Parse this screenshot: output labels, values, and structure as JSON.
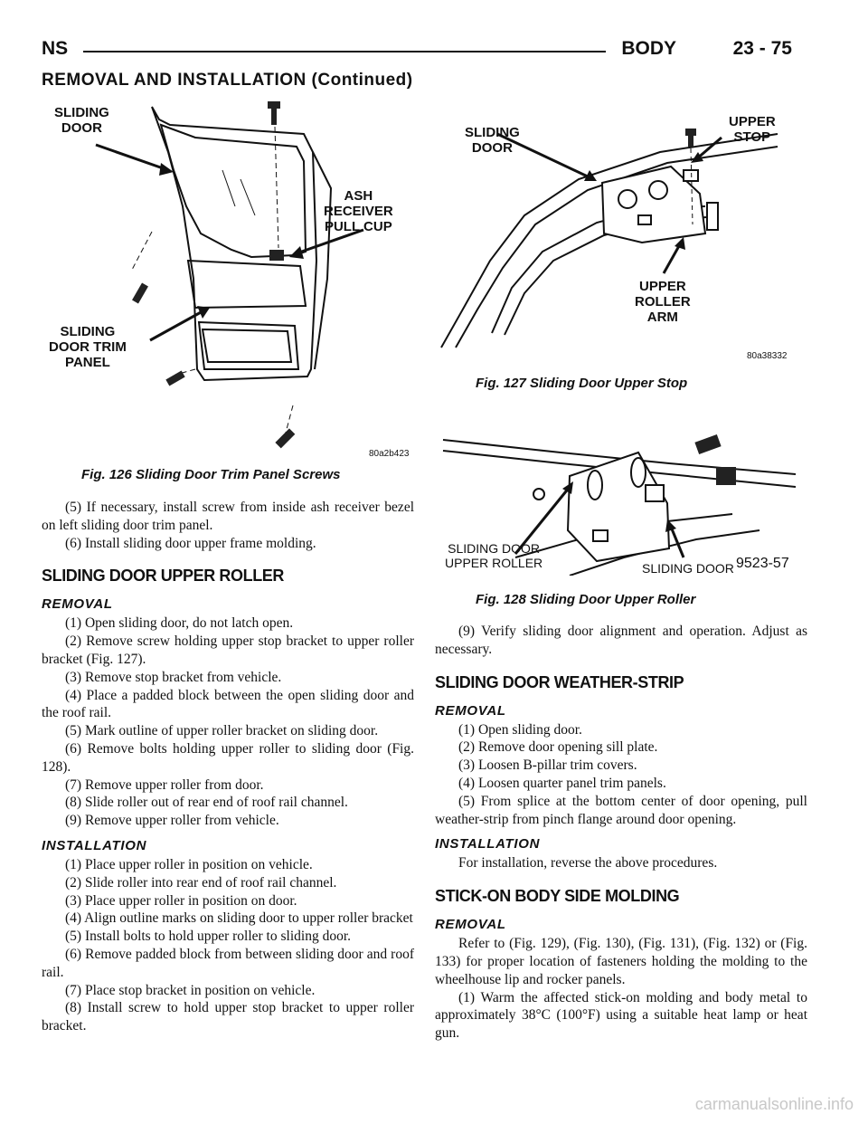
{
  "header": {
    "left": "NS",
    "section": "BODY",
    "page": "23 - 75",
    "continued": "REMOVAL AND INSTALLATION (Continued)"
  },
  "fig126": {
    "labels": {
      "sliding_door": [
        "SLIDING",
        "DOOR"
      ],
      "ash": [
        "ASH",
        "RECEIVER",
        "PULL CUP"
      ],
      "trim": [
        "SLIDING",
        "DOOR TRIM",
        "PANEL"
      ]
    },
    "code": "80a2b423",
    "caption": "Fig. 126 Sliding Door Trim Panel Screws"
  },
  "fig127": {
    "labels": {
      "sliding_door": [
        "SLIDING",
        "DOOR"
      ],
      "upper_stop": [
        "UPPER",
        "STOP"
      ],
      "arm": [
        "UPPER",
        "ROLLER",
        "ARM"
      ]
    },
    "code": "80a38332",
    "caption": "Fig. 127 Sliding Door Upper Stop"
  },
  "fig128": {
    "labels": {
      "roller": [
        "SLIDING DOOR",
        "UPPER ROLLER"
      ],
      "door": "SLIDING DOOR"
    },
    "code": "9523-57",
    "caption": "Fig. 128 Sliding Door Upper Roller"
  },
  "left_text": {
    "p1": "(5) If necessary, install screw from inside ash receiver bezel on left sliding door trim panel.",
    "p2": "(6) Install sliding door upper frame molding.",
    "h_upper_roller": "SLIDING DOOR UPPER ROLLER",
    "removal": "REMOVAL",
    "removal_steps": [
      "(1) Open sliding door, do not latch open.",
      "(2) Remove screw holding upper stop bracket to upper roller bracket (Fig. 127).",
      "(3) Remove stop bracket from vehicle.",
      "(4) Place a padded block between the open sliding door and the roof rail.",
      "(5) Mark outline of upper roller bracket on sliding door.",
      "(6) Remove bolts holding upper roller to sliding door (Fig. 128).",
      "(7) Remove upper roller from door.",
      "(8) Slide roller out of rear end of roof rail channel.",
      "(9) Remove upper roller from vehicle."
    ],
    "installation": "INSTALLATION",
    "installation_steps": [
      "(1) Place upper roller in position on vehicle.",
      "(2) Slide roller into rear end of roof rail channel.",
      "(3) Place upper roller in position on door.",
      "(4) Align outline marks on sliding door to upper roller bracket",
      "(5) Install bolts to hold upper roller to sliding door.",
      "(6) Remove padded block from between sliding door and roof rail.",
      "(7) Place stop bracket in position on vehicle.",
      "(8) Install screw to hold upper stop bracket to upper roller bracket."
    ]
  },
  "right_text": {
    "p9": "(9) Verify sliding door alignment and operation. Adjust as necessary.",
    "h_weather": "SLIDING DOOR WEATHER-STRIP",
    "removal": "REMOVAL",
    "ws_removal_steps": [
      "(1) Open sliding door.",
      "(2) Remove door opening sill plate.",
      "(3) Loosen B-pillar trim covers.",
      "(4) Loosen quarter panel trim panels.",
      "(5) From splice at the bottom center of door opening, pull weather-strip from pinch flange around door opening."
    ],
    "installation": "INSTALLATION",
    "ws_install": "For installation, reverse the above procedures.",
    "h_molding": "STICK-ON BODY SIDE MOLDING",
    "removal2": "REMOVAL",
    "molding_intro": "Refer to (Fig. 129), (Fig. 130), (Fig. 131), (Fig. 132) or (Fig. 133) for proper location of fasteners holding the molding to the wheelhouse lip and rocker panels.",
    "molding_step1": "(1) Warm the affected stick-on molding and body metal to approximately 38°C (100°F) using a suitable heat lamp or heat gun."
  },
  "watermark": "carmanualsonline.info"
}
